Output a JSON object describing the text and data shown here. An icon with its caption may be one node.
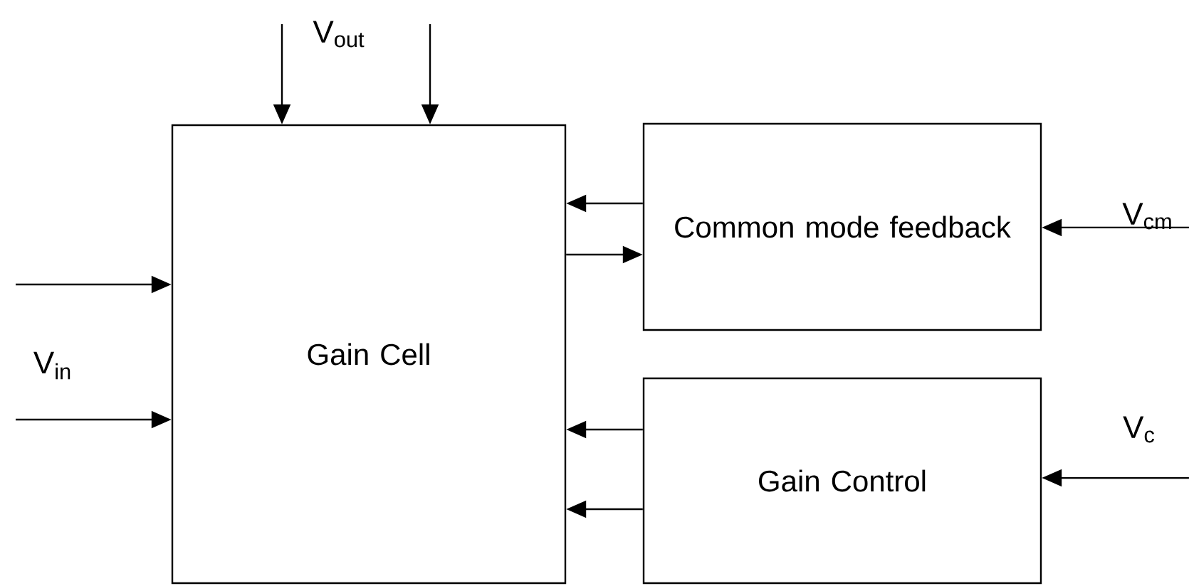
{
  "diagram": {
    "nodes": [
      {
        "text": [
          "Gain Cell"
        ]
      },
      {
        "text": [
          "Common mode feedback"
        ]
      },
      {
        "text": [
          "Gain Control"
        ]
      }
    ],
    "edges": [
      {
        "from": null,
        "to": 0,
        "arrow": "to"
      },
      {
        "from": null,
        "to": 0,
        "arrow": "to"
      },
      {
        "from": null,
        "to": 0,
        "arrow": "to"
      },
      {
        "from": null,
        "to": 0,
        "arrow": "to"
      },
      {
        "from": 1,
        "to": 0,
        "arrow": "to"
      },
      {
        "from": 0,
        "to": 1,
        "arrow": "to"
      },
      {
        "from": null,
        "to": 1,
        "arrow": "to"
      },
      {
        "from": 2,
        "to": 0,
        "arrow": "to"
      },
      {
        "from": 2,
        "to": 0,
        "arrow": "to"
      },
      {
        "from": null,
        "to": 2,
        "arrow": "to"
      }
    ],
    "labels": [
      "V$_{out}$",
      "V$_{cm}$",
      "V$_{in}$",
      "V$_{c}$"
    ]
  }
}
